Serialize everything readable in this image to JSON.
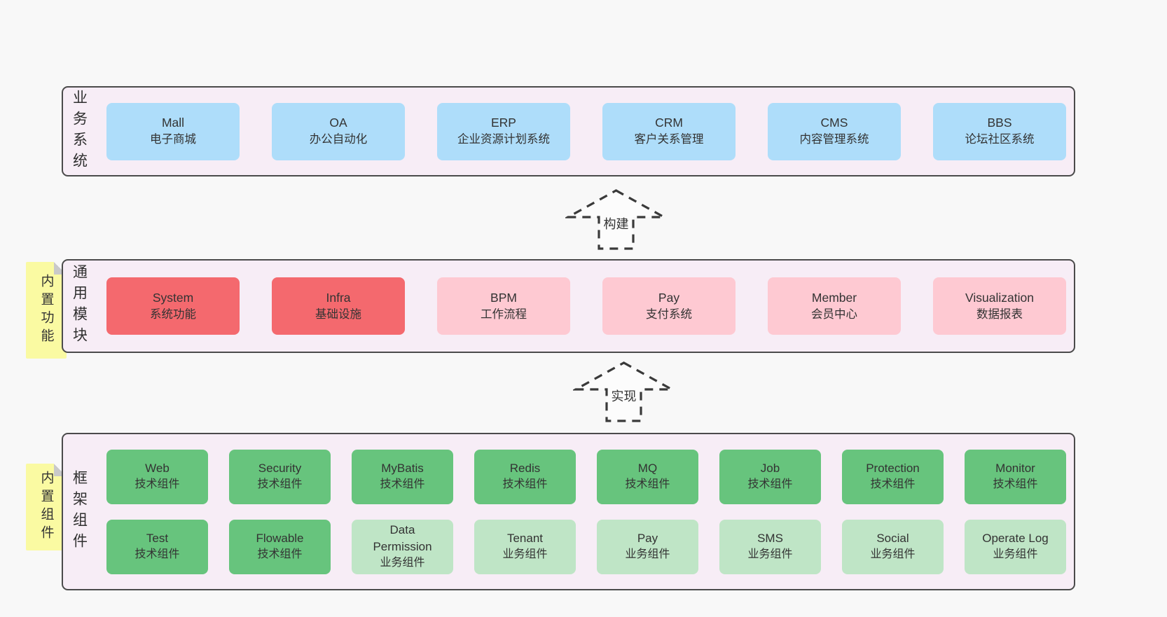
{
  "colors": {
    "page_bg": "#f8f8f8",
    "panel_bg": "#f7edf6",
    "panel_border": "#4b4b4b",
    "blue_box": "#aeddfa",
    "red_box": "#f4696e",
    "pink_box": "#fec9d2",
    "green_box": "#67c47d",
    "light_green_box": "#bfe5c6",
    "sticky_tab": "#fafaa2",
    "text": "#333333"
  },
  "tabs": [
    {
      "label": "内置功能"
    },
    {
      "label": "内置组件"
    }
  ],
  "arrows": [
    {
      "label": "构建"
    },
    {
      "label": "实现"
    }
  ],
  "sections": [
    {
      "label": "业务系统",
      "boxes": [
        {
          "en": "Mall",
          "zh": "电子商城"
        },
        {
          "en": "OA",
          "zh": "办公自动化"
        },
        {
          "en": "ERP",
          "zh": "企业资源计划系统"
        },
        {
          "en": "CRM",
          "zh": "客户关系管理"
        },
        {
          "en": "CMS",
          "zh": "内容管理系统"
        },
        {
          "en": "BBS",
          "zh": "论坛社区系统"
        }
      ]
    },
    {
      "label": "通用模块",
      "boxes": [
        {
          "en": "System",
          "zh": "系统功能"
        },
        {
          "en": "Infra",
          "zh": "基础设施"
        },
        {
          "en": "BPM",
          "zh": "工作流程"
        },
        {
          "en": "Pay",
          "zh": "支付系统"
        },
        {
          "en": "Member",
          "zh": "会员中心"
        },
        {
          "en": "Visualization",
          "zh": "数据报表"
        }
      ]
    },
    {
      "label": "框架组件",
      "rows": [
        [
          {
            "en": "Web",
            "zh": "技术组件"
          },
          {
            "en": "Security",
            "zh": "技术组件"
          },
          {
            "en": "MyBatis",
            "zh": "技术组件"
          },
          {
            "en": "Redis",
            "zh": "技术组件"
          },
          {
            "en": "MQ",
            "zh": "技术组件"
          },
          {
            "en": "Job",
            "zh": "技术组件"
          },
          {
            "en": "Protection",
            "zh": "技术组件"
          },
          {
            "en": "Monitor",
            "zh": "技术组件"
          }
        ],
        [
          {
            "en": "Test",
            "zh": "技术组件"
          },
          {
            "en": "Flowable",
            "zh": "技术组件"
          },
          {
            "en": "Data Permission",
            "zh": "业务组件"
          },
          {
            "en": "Tenant",
            "zh": "业务组件"
          },
          {
            "en": "Pay",
            "zh": "业务组件"
          },
          {
            "en": "SMS",
            "zh": "业务组件"
          },
          {
            "en": "Social",
            "zh": "业务组件"
          },
          {
            "en": "Operate Log",
            "zh": "业务组件"
          }
        ]
      ]
    }
  ]
}
